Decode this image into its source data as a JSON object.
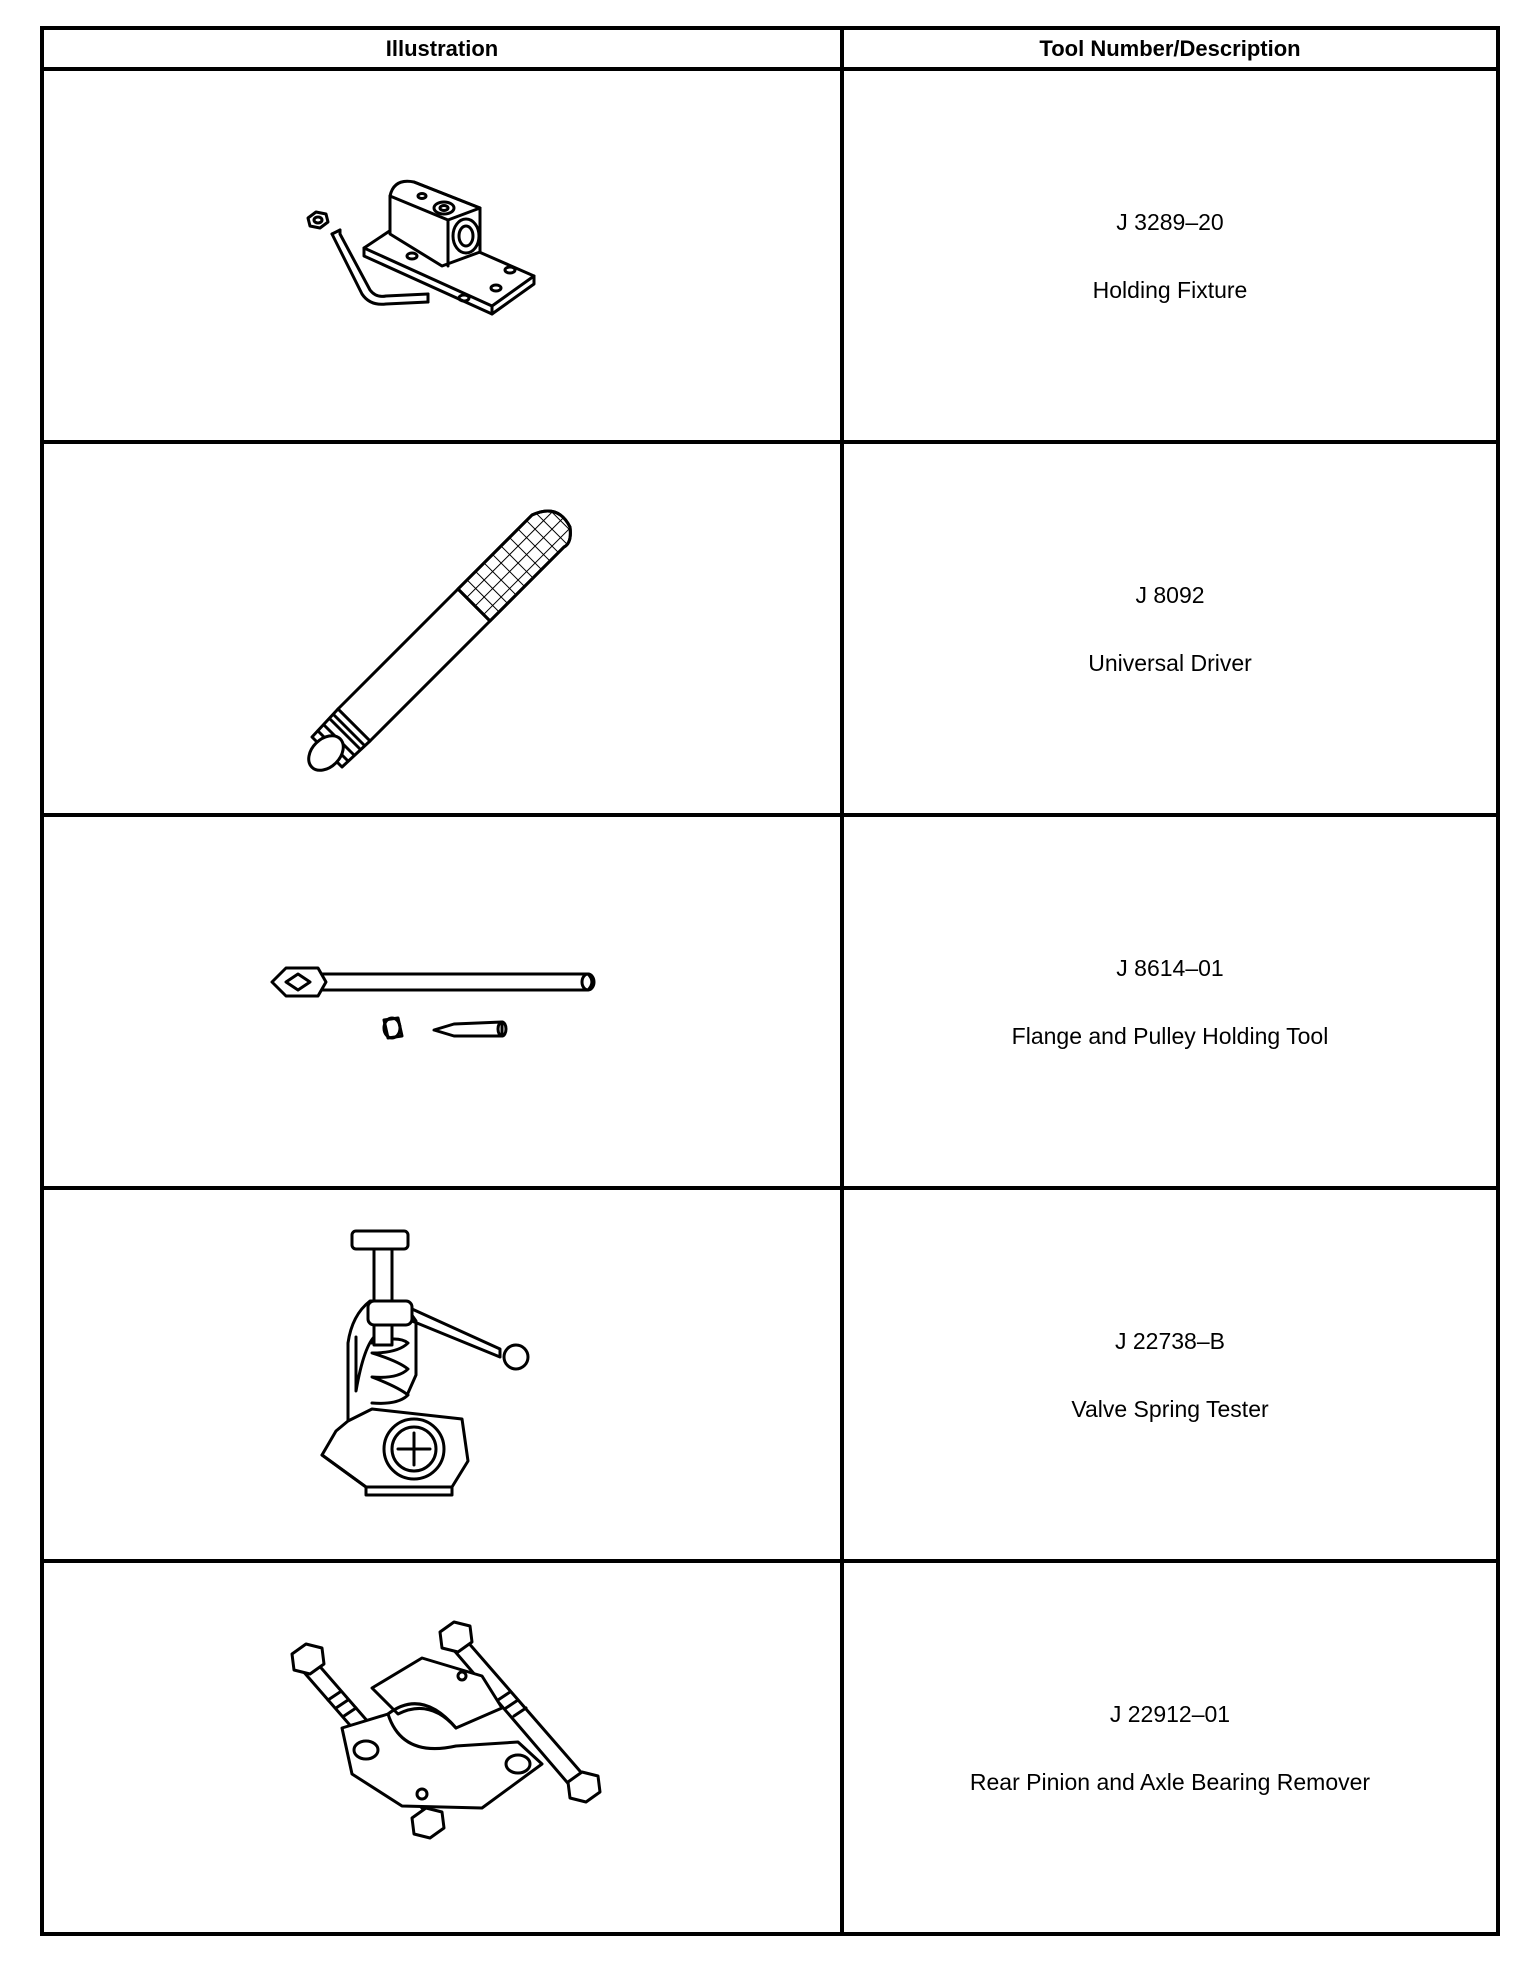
{
  "table": {
    "headers": [
      "Illustration",
      "Tool Number/Description"
    ],
    "rows": [
      {
        "tool_number": "J 3289–20",
        "description": "Holding Fixture",
        "icon": "holding-fixture-icon"
      },
      {
        "tool_number": "J 8092",
        "description": "Universal Driver",
        "icon": "universal-driver-icon"
      },
      {
        "tool_number": "J 8614–01",
        "description": "Flange and Pulley Holding Tool",
        "icon": "flange-pulley-holding-tool-icon"
      },
      {
        "tool_number": "J 22738–B",
        "description": "Valve Spring Tester",
        "icon": "valve-spring-tester-icon"
      },
      {
        "tool_number": "J 22912–01",
        "description": "Rear Pinion and Axle Bearing Remover",
        "icon": "bearing-remover-icon"
      }
    ]
  }
}
